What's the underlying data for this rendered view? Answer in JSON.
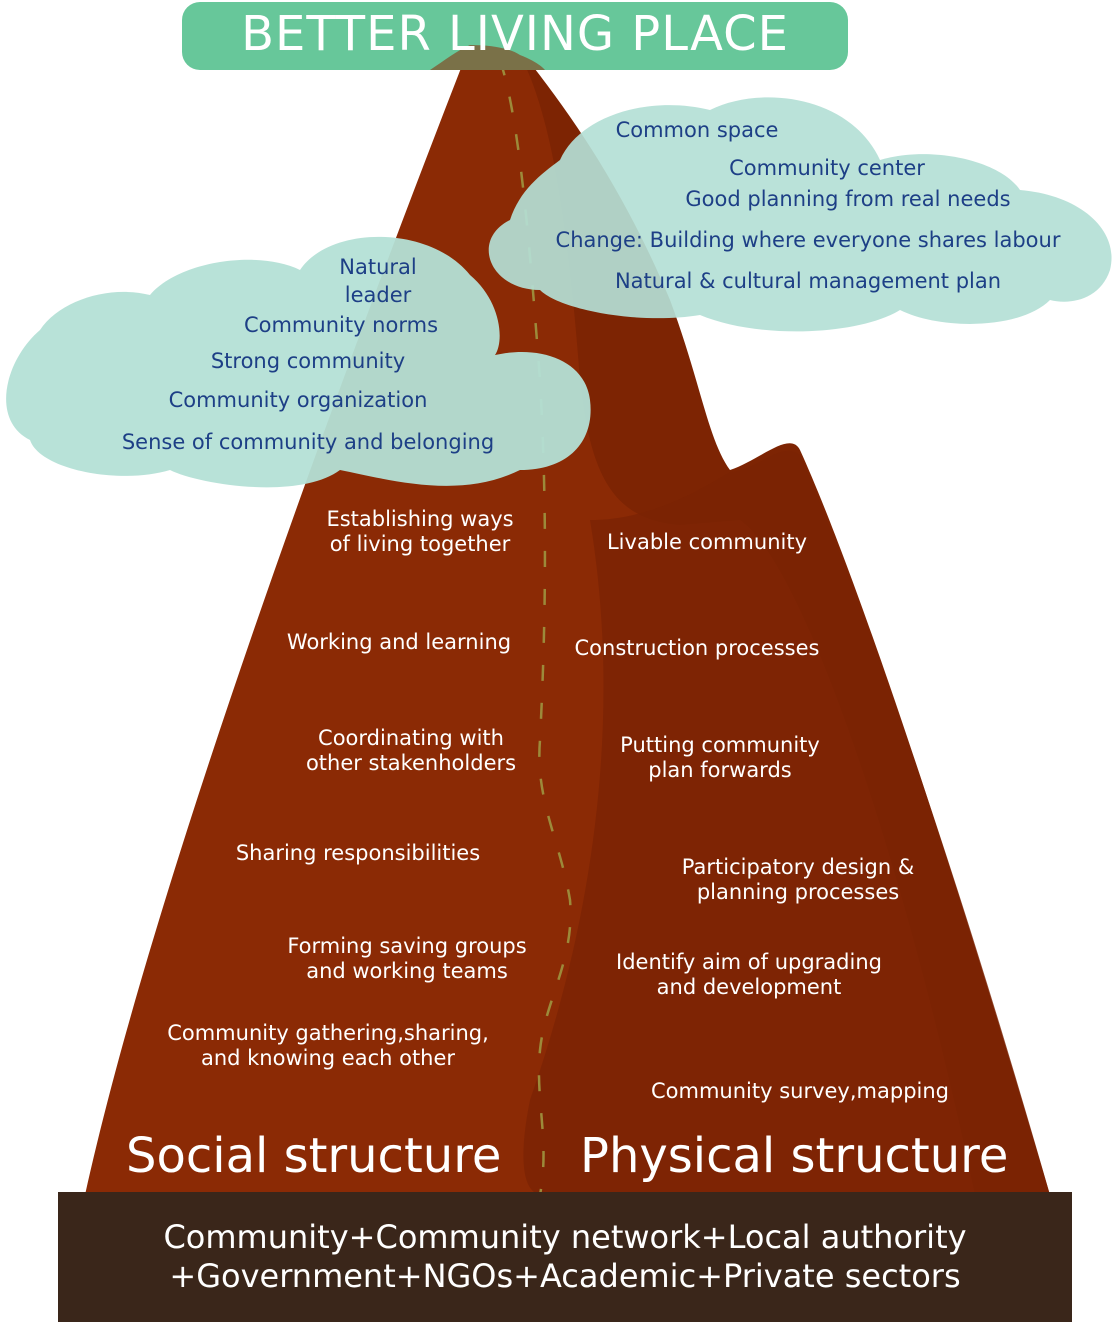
{
  "title": "BETTER LIVING PLACE",
  "clouds": {
    "left": [
      "Natural",
      "leader",
      "Community norms",
      "Strong community",
      "Community organization",
      "Sense of community and belonging"
    ],
    "right": [
      "Common space",
      "Community center",
      "Good planning from real needs",
      "Change: Building where everyone shares labour",
      "Natural & cultural management plan"
    ]
  },
  "social": {
    "heading": "Social structure",
    "items": [
      [
        "Establishing ways",
        "of living together"
      ],
      [
        "Working and learning"
      ],
      [
        "Coordinating with",
        "other stakenholders"
      ],
      [
        "Sharing responsibilities"
      ],
      [
        "Forming saving groups",
        "and working teams"
      ],
      [
        "Community gathering,sharing,",
        "and knowing each other"
      ]
    ]
  },
  "physical": {
    "heading": "Physical structure",
    "items": [
      [
        "Livable community"
      ],
      [
        "Construction processes"
      ],
      [
        "Putting community",
        "plan forwards"
      ],
      [
        "Participatory design &",
        "planning processes"
      ],
      [
        "Identify aim of upgrading",
        "and development"
      ],
      [
        "Community survey,mapping"
      ]
    ]
  },
  "base": {
    "line1": "Community+Community network+Local authority",
    "line2": "+Government+NGOs+Academic+Private sectors"
  },
  "colors": {
    "mountain_main": "#8b2a05",
    "mountain_shade": "#7a2304",
    "cloud": "#b4e0d6",
    "title_bg": "#67c79a",
    "base": "#3a261a",
    "path": "#9c8a3a",
    "cloud_text": "#1d3f86"
  }
}
